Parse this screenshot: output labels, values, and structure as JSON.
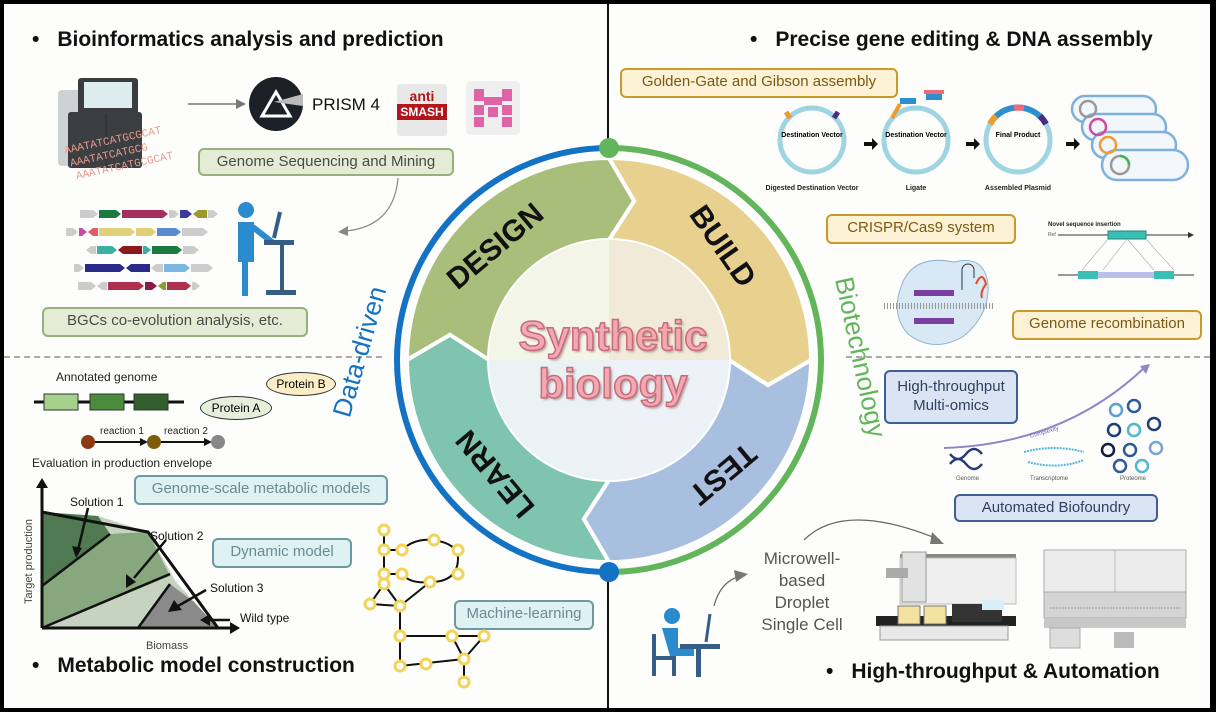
{
  "center": {
    "title_line1": "Synthetic",
    "title_line2": "biology",
    "cycle": [
      {
        "label": "DESIGN",
        "color": "#a9be7b"
      },
      {
        "label": "BUILD",
        "color": "#e8d08f"
      },
      {
        "label": "TEST",
        "color": "#a9bfe0"
      },
      {
        "label": "LEARN",
        "color": "#7fc4ae"
      }
    ],
    "left_arc_label": "Data-driven",
    "right_arc_label": "Biotechnology",
    "left_arc_color": "#1472c4",
    "right_arc_color": "#62b55a"
  },
  "quadrants": {
    "top_left": {
      "heading": "Bioinformatics analysis and prediction",
      "tools": [
        "PRISM 4",
        "anti",
        "SMASH"
      ],
      "dna_sequence": [
        "AAATATCATGCGCAT",
        "AAATATCATGCG",
        "AAATATCATGCGCAT"
      ],
      "tags": [
        "Genome Sequencing and Mining",
        "BGCs co-evolution analysis, etc."
      ]
    },
    "top_right": {
      "heading": "Precise gene editing & DNA assembly",
      "tags": [
        "Golden-Gate  and  Gibson assembly",
        "CRISPR/Cas9  system",
        "Genome  recombination"
      ],
      "plasmid_steps": [
        {
          "inner": "Destination Vector",
          "caption": "Digested Destination Vector"
        },
        {
          "inner": "Destination Vector",
          "caption": "Ligate"
        },
        {
          "inner": "Final Product",
          "caption": "Assembled Plasmid"
        }
      ],
      "recombination_title": "Novel sequence insertion",
      "recombination_ref": "Ref"
    },
    "bottom_left": {
      "heading": "Metabolic model construction",
      "annotated_genome": "Annotated genome",
      "proteins": [
        "Protein A",
        "Protein B"
      ],
      "reactions": [
        "reaction 1",
        "reaction 2"
      ],
      "envelope_title": "Evaluation in production envelope",
      "solutions": [
        "Solution 1",
        "Solution 2",
        "Solution 3",
        "Wild type"
      ],
      "xlabel": "Biomass",
      "ylabel": "Target production",
      "tags": [
        "Genome-scale  metabolic  models",
        "Dynamic  model",
        "Machine-learning"
      ]
    },
    "bottom_right": {
      "heading": "High-throughput & Automation",
      "tags": [
        "High-throughput Multi-omics",
        "Automated  Biofoundry"
      ],
      "omics": [
        "Genome",
        "Transcriptome",
        "Proteome"
      ],
      "complexity": "Complexity",
      "methods": [
        "Microwell-based",
        "Droplet",
        "Single Cell"
      ]
    }
  }
}
